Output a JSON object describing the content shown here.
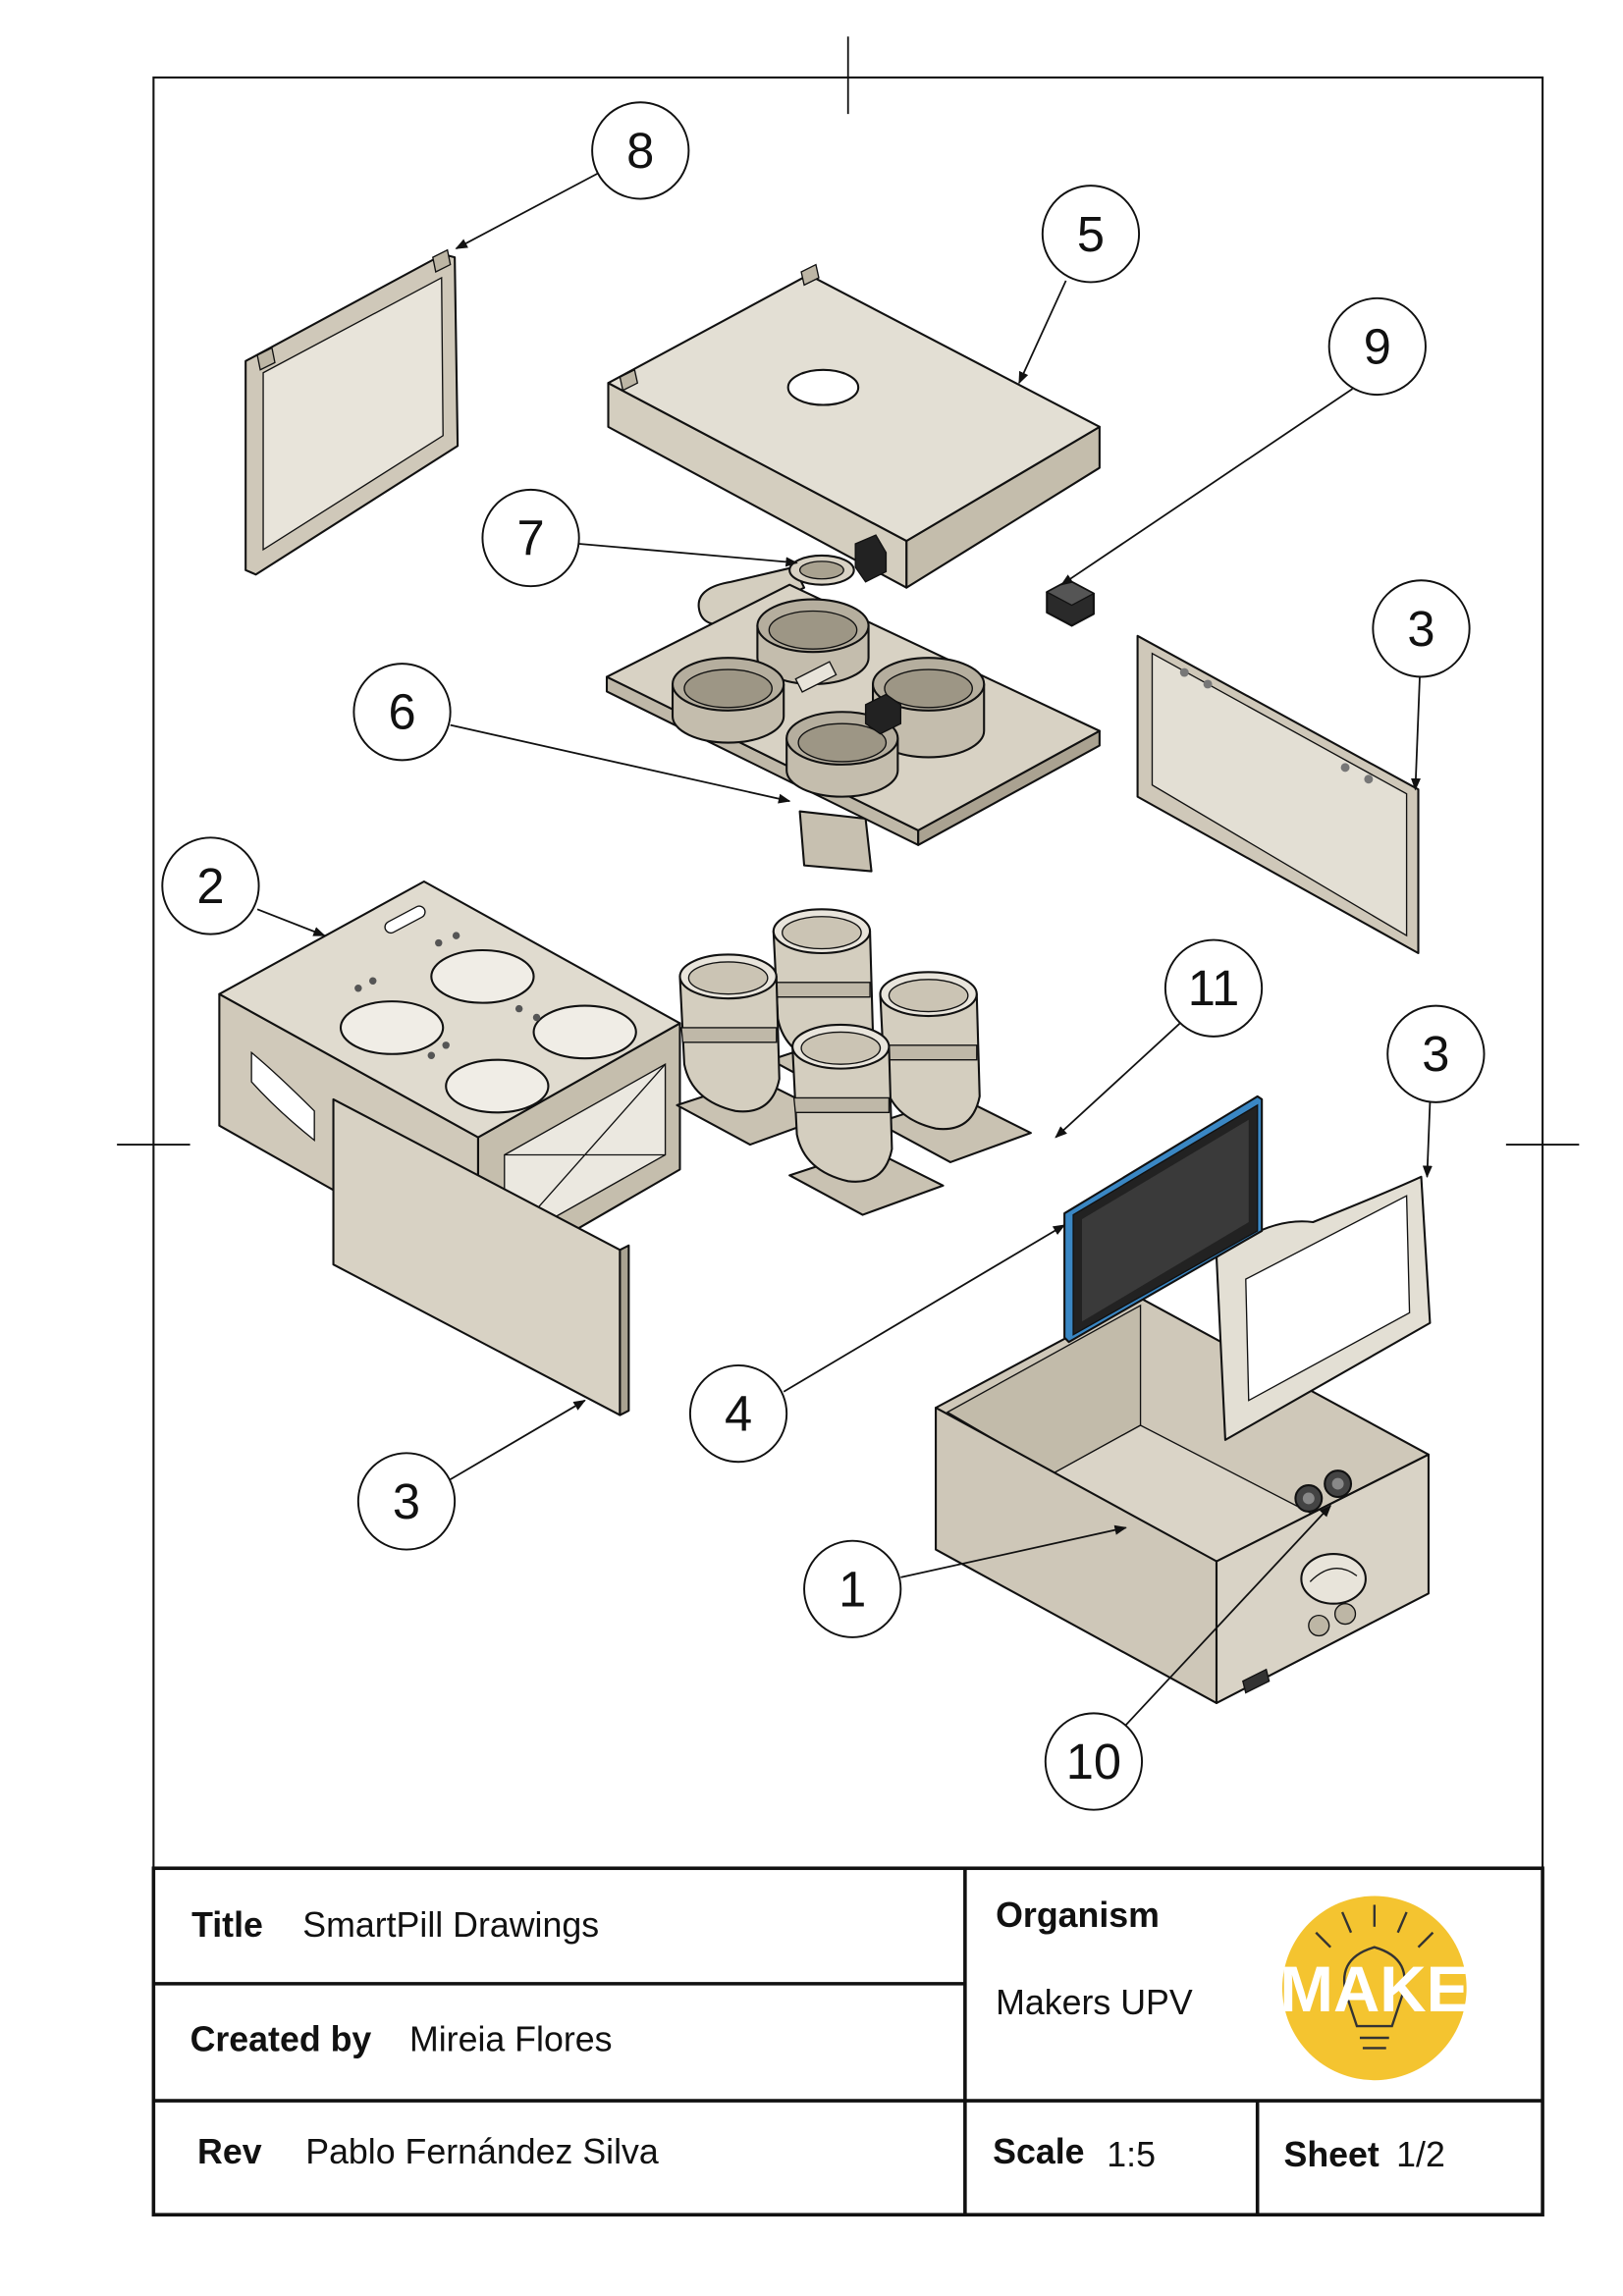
{
  "title_block": {
    "title_label": "Title",
    "title_value": "SmartPill Drawings",
    "created_label": "Created by",
    "created_value": "Mireia Flores",
    "rev_label": "Rev",
    "rev_value": "Pablo Fernández Silva",
    "organism_label": "Organism",
    "organism_value": "Makers UPV",
    "scale_label": "Scale",
    "scale_value": "1:5",
    "sheet_label": "Sheet",
    "sheet_value": "1/2",
    "logo_text": "MAKE"
  },
  "balloons": [
    "8",
    "5",
    "9",
    "7",
    "3",
    "6",
    "2",
    "11",
    "3",
    "4",
    "3",
    "1",
    "10"
  ],
  "colors": {
    "part_light": "#e4e0d6",
    "part_mid": "#d2ccbd",
    "part_dark": "#bdb6a5",
    "outline": "#111111",
    "screen_edge": "#3a87c4",
    "screen": "#333333",
    "logo_yellow": "#f4c430"
  }
}
